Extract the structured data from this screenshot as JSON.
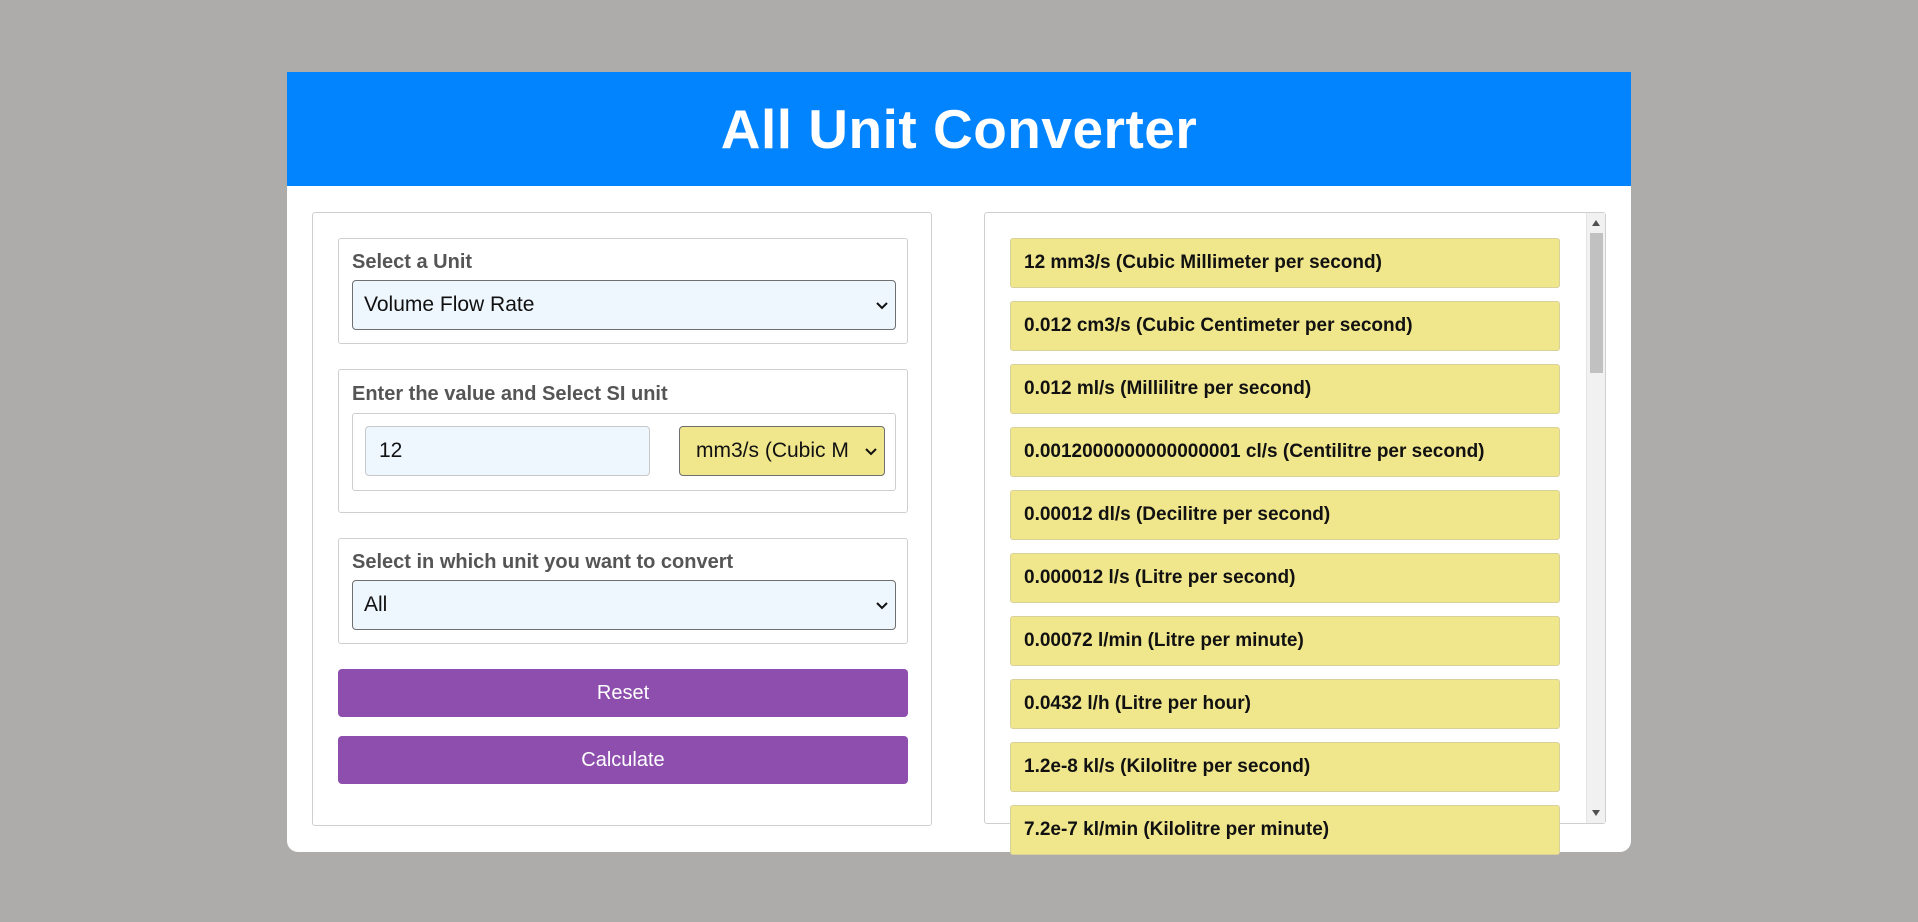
{
  "header": {
    "title": "All Unit Converter"
  },
  "unit_select": {
    "label": "Select a Unit",
    "value": "Volume Flow Rate"
  },
  "value_section": {
    "label": "Enter the value and Select SI unit",
    "input_value": "12",
    "si_unit_value": "mm3/s (Cubic M"
  },
  "convert_to": {
    "label": "Select in which unit you want to convert",
    "value": "All"
  },
  "buttons": {
    "reset": "Reset",
    "calculate": "Calculate"
  },
  "results": [
    "12 mm3/s (Cubic Millimeter per second)",
    "0.012 cm3/s (Cubic Centimeter per second)",
    "0.012 ml/s (Millilitre per second)",
    "0.0012000000000000001 cl/s (Centilitre per second)",
    "0.00012 dl/s (Decilitre per second)",
    "0.000012 l/s (Litre per second)",
    "0.00072 l/min (Litre per minute)",
    "0.0432 l/h (Litre per hour)",
    "1.2e-8 kl/s (Kilolitre per second)",
    "7.2e-7 kl/min (Kilolitre per minute)"
  ],
  "colors": {
    "header": "#0284fe",
    "button": "#8e4ead",
    "result_bg": "#f0e68c",
    "input_bg": "#eef6fe",
    "page_bg": "#aeabab"
  }
}
